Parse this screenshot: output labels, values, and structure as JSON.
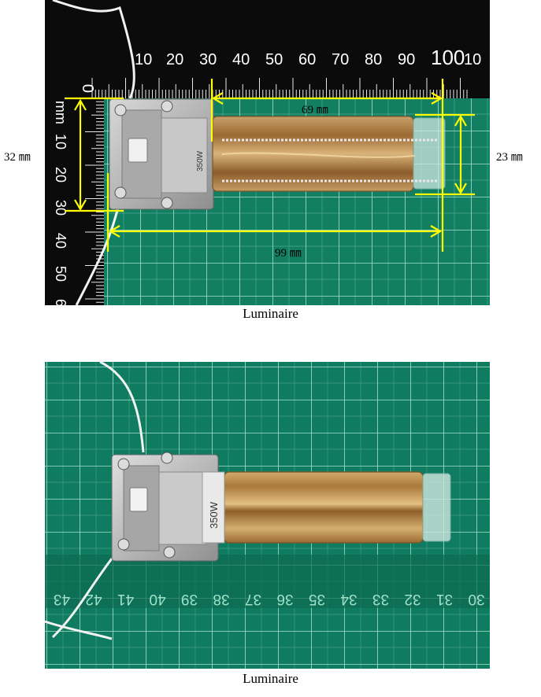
{
  "figure1": {
    "caption": "Luminaire",
    "ruler_top_labels": [
      "10",
      "20",
      "30",
      "40",
      "50",
      "60",
      "70",
      "80",
      "90",
      "100",
      "10"
    ],
    "ruler_top_zero": "0",
    "ruler_left_labels": [
      "mm",
      "10",
      "20",
      "30",
      "40",
      "50",
      "60"
    ],
    "lamp_marking": "350W",
    "dimensions": {
      "height_left": "32 ㎜",
      "length_tube": "69 ㎜",
      "height_right": "23 ㎜",
      "length_total": "99 ㎜"
    },
    "colors": {
      "dimension_lines": "#ffff00",
      "mat": "#0f7d62",
      "ruler": "#0a0a0a"
    }
  },
  "figure2": {
    "caption": "Luminaire",
    "lamp_marking": "350W",
    "ruler_bottom_labels": [
      "30",
      "31",
      "32",
      "33",
      "34",
      "35",
      "36",
      "37",
      "38",
      "39",
      "40",
      "41",
      "42",
      "43"
    ]
  }
}
